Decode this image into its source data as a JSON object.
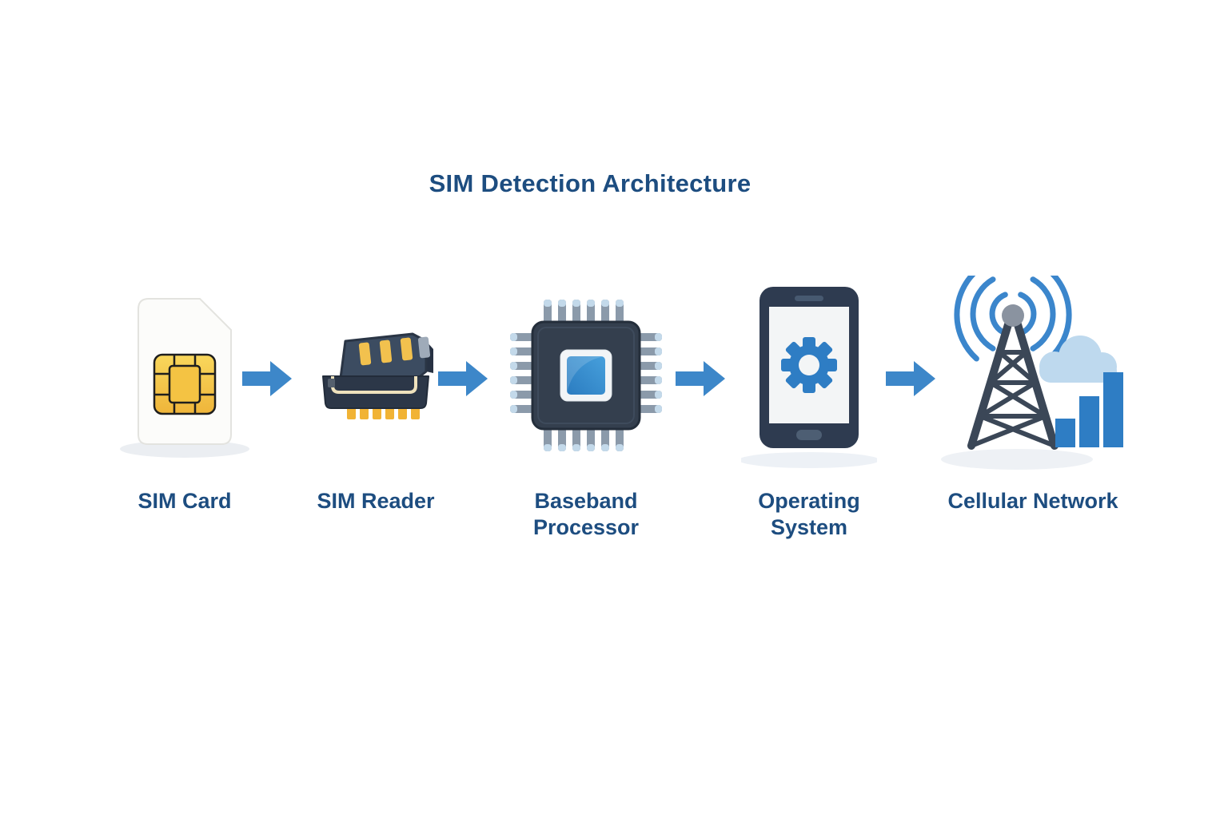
{
  "title": "SIM Detection Architecture",
  "stages": [
    {
      "id": "sim-card",
      "label": "SIM Card",
      "icon": "sim-card-icon"
    },
    {
      "id": "sim-reader",
      "label": "SIM Reader",
      "icon": "sim-reader-icon"
    },
    {
      "id": "baseband-processor",
      "label": "Baseband Processor",
      "icon": "baseband-processor-icon"
    },
    {
      "id": "operating-system",
      "label": "Operating System",
      "icon": "operating-system-icon"
    },
    {
      "id": "cellular-network",
      "label": "Cellular Network",
      "icon": "cellular-network-icon"
    }
  ],
  "arrows": {
    "count": 4,
    "direction": "right",
    "icon": "arrow-right-icon"
  },
  "colors": {
    "title_text": "#1d4d80",
    "label_text": "#1d4d80",
    "arrow_blue": "#3d87c9",
    "accent_blue": "#2e7dc4",
    "chip_core_blue": "#3a91d2",
    "sim_gold": "#f3c44a",
    "dark_slate": "#323e4f",
    "cloud_blue": "#bed9ee",
    "shadow_gray": "#edf0f5",
    "background": "#ffffff"
  }
}
